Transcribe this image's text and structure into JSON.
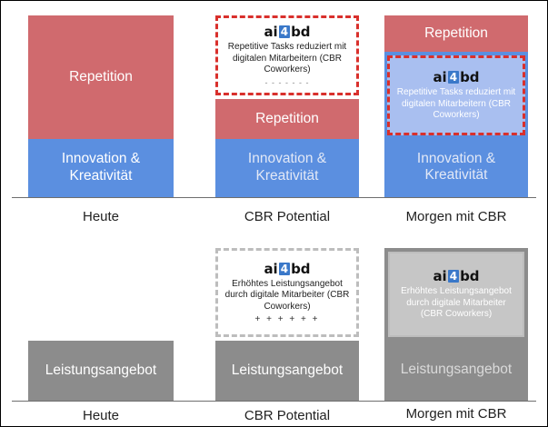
{
  "top": {
    "heute": {
      "repetition": "Repetition",
      "innovation": "Innovation & Kreativität",
      "caption": "Heute"
    },
    "cbr_potential": {
      "card_logo": {
        "left": "ai",
        "mid": "4",
        "right": "bd"
      },
      "card_text": "Repetitive Tasks reduziert mit digitalen Mitarbeitern (CBR Coworkers)",
      "card_dots": "- - - - - - -",
      "repetition": "Repetition",
      "innovation": "Innovation & Kreativität",
      "caption": "CBR Potential"
    },
    "morgen": {
      "repetition": "Repetition",
      "card_logo": {
        "left": "ai",
        "mid": "4",
        "right": "bd"
      },
      "card_text": "Repetitive Tasks reduziert mit digitalen Mitarbeitern (CBR Coworkers)",
      "innovation": "Innovation & Kreativität",
      "caption": "Morgen mit CBR"
    }
  },
  "bottom": {
    "heute": {
      "leistung": "Leistungsangebot",
      "caption": "Heute"
    },
    "cbr_potential": {
      "card_logo": {
        "left": "ai",
        "mid": "4",
        "right": "bd"
      },
      "card_text": "Erhöhtes Leistungsangebot durch digitale Mitarbeiter (CBR Coworkers)",
      "card_plus": "+ + + + + +",
      "leistung": "Leistungsangebot",
      "caption": "CBR Potential"
    },
    "morgen": {
      "card_logo": {
        "left": "ai",
        "mid": "4",
        "right": "bd"
      },
      "card_text": "Erhöhtes Leistungsangebot durch digitale Mitarbeiter (CBR Coworkers)",
      "leistung": "Leistungsangebot",
      "caption": "Morgen mit CBR"
    }
  },
  "colors": {
    "repetition": "#d06a6e",
    "innovation": "#5b8fe0",
    "leistung": "#8c8c8c",
    "dashed_red": "#d9302c",
    "logo_accent": "#3a78c9"
  }
}
